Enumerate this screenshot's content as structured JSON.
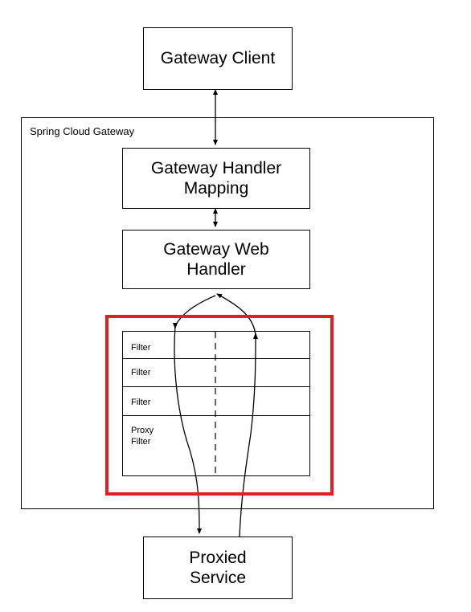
{
  "nodes": {
    "gateway_client": "Gateway Client",
    "container_label": "Spring Cloud Gateway",
    "handler_mapping": "Gateway Handler\nMapping",
    "web_handler": "Gateway Web\nHandler",
    "proxied_service": "Proxied\nService"
  },
  "filters": [
    {
      "label": "Filter"
    },
    {
      "label": "Filter"
    },
    {
      "label": "Filter"
    },
    {
      "label": "Proxy\nFilter"
    }
  ],
  "colors": {
    "highlight": "#e02020",
    "line": "#000000"
  }
}
